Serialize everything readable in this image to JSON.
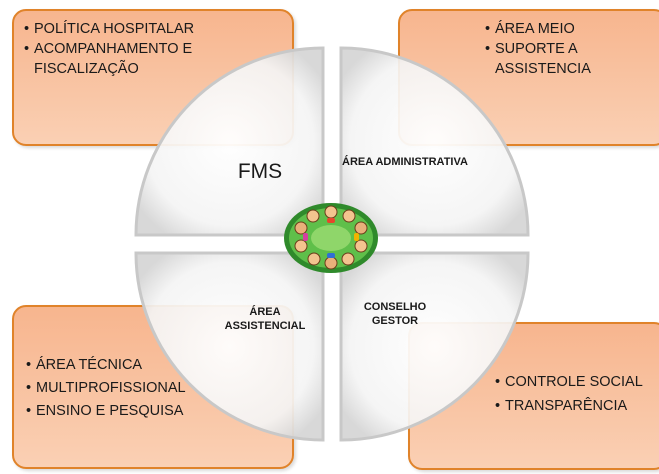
{
  "boxes": {
    "top_left": {
      "items": [
        "POLÍTICA HOSPITALAR",
        "ACOMPANHAMENTO E FISCALIZAÇÃO"
      ]
    },
    "top_right": {
      "items": [
        "ÁREA MEIO",
        "SUPORTE A ASSISTENCIA"
      ]
    },
    "bottom_left": {
      "items": [
        "ÁREA TÉCNICA",
        "MULTIPROFISSIONAL",
        "ENSINO E PESQUISA"
      ]
    },
    "bottom_right": {
      "items": [
        "CONTROLE SOCIAL",
        "TRANSPARÊNCIA"
      ]
    }
  },
  "quadrants": {
    "top_left": "FMS",
    "top_right": "ÁREA ADMINISTRATIVA",
    "bottom_left": "ÁREA ASSISTENCIAL",
    "bottom_right": "CONSELHO GESTOR"
  },
  "colors": {
    "box_fill": "#f9c2a2",
    "box_border": "#e0832a",
    "pie_fill": "#f2f2f2",
    "center_badge": "#3e9a3a"
  }
}
